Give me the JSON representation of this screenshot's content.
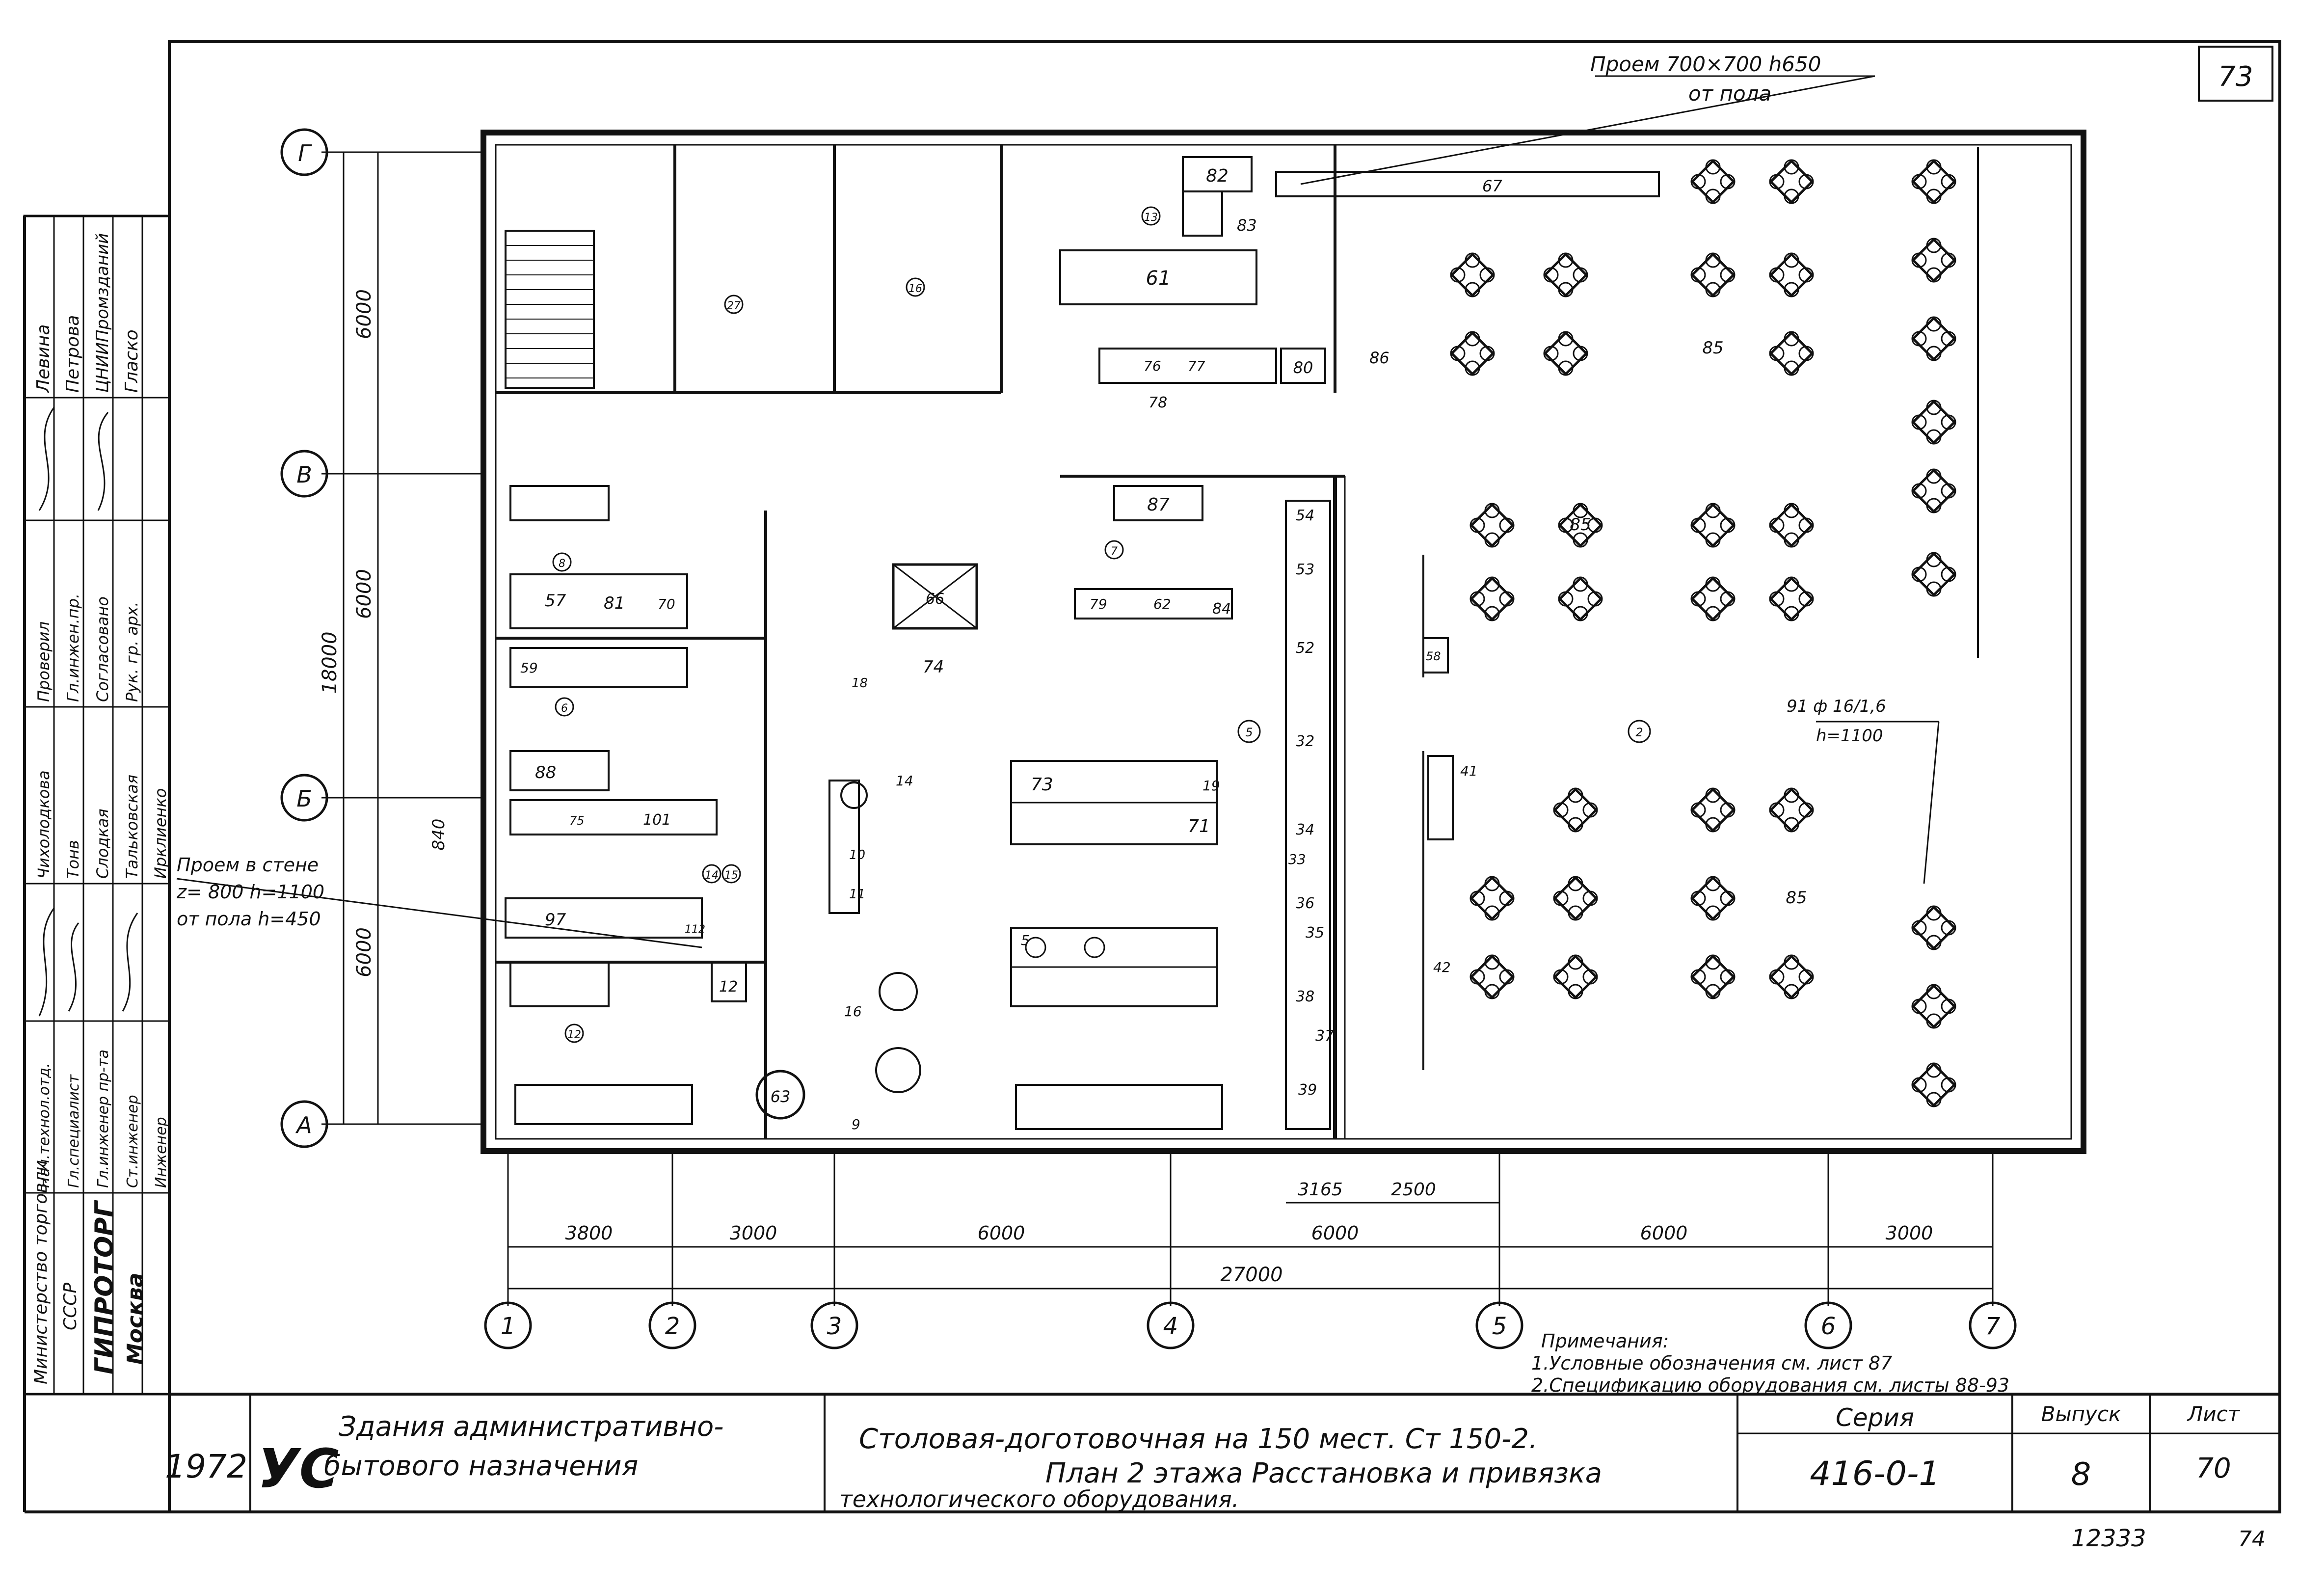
{
  "sheet_corner_number": "73",
  "page_number_bottom": "74",
  "archive_number": "12333",
  "opening_note": {
    "line1": "Проем 700×700 h650",
    "line2": "от пола"
  },
  "wall_opening_note": {
    "line1": "Проем в стене",
    "line2": "z= 800 h=1100",
    "line3": "от пола h=450"
  },
  "grid_axes": {
    "columns": [
      "1",
      "2",
      "3",
      "4",
      "5",
      "6",
      "7"
    ],
    "rows": [
      "Г",
      "В",
      "Б",
      "А"
    ]
  },
  "dimensions": {
    "bays": [
      "3800",
      "3000",
      "6000",
      "6000",
      "6000",
      "3000"
    ],
    "total_width": "27000",
    "side_overall": "18000",
    "side_spans": [
      "6000",
      "6000",
      "6000"
    ],
    "sub_bays": [
      "3165",
      "2500"
    ],
    "hall_cutout": "840"
  },
  "equipment_labels": [
    "82",
    "83",
    "61",
    "80",
    "86",
    "76",
    "77",
    "78",
    "87",
    "84",
    "79",
    "62",
    "66",
    "74",
    "73",
    "71",
    "19",
    "5",
    "81",
    "70",
    "57",
    "59",
    "88",
    "101",
    "75",
    "97",
    "112",
    "12",
    "63",
    "54",
    "53",
    "52",
    "32",
    "34",
    "33",
    "36",
    "35",
    "38",
    "37",
    "39",
    "41",
    "42",
    "58",
    "85",
    "67",
    "14",
    "9",
    "16",
    "10",
    "11",
    "18"
  ],
  "room_numbers": [
    "13",
    "15",
    "27",
    "16",
    "7",
    "8",
    "6",
    "5",
    "14",
    "12",
    "2"
  ],
  "vent_note": {
    "line1": "91 ф 16/1,6",
    "line2": "h=1100"
  },
  "notes": {
    "title": "Примечания:",
    "items": [
      "1.Условные обозначения  см. лист 87",
      "2.Спецификацию  оборудования  см. листы 88-93"
    ]
  },
  "left_stamp": {
    "org": [
      "Министерство торговли",
      "СССР",
      "ГИПРОТОРГ",
      "Москва"
    ],
    "roles": [
      "Нач.технол.отд.",
      "Гл.специалист",
      "Гл.инженер пр-та",
      "Ст.инженер",
      "Инженер"
    ],
    "names": [
      "Чихолодкова",
      "Тонв",
      "Слодкая",
      "Тальковская",
      "Ирклиенко"
    ],
    "roles2": [
      "Проверил",
      "Гл.инжен.пр.",
      "Согласовано",
      "Рук. гр. арх."
    ],
    "names2": [
      "Левина",
      "Петрова",
      "ЦНИИПромзданий",
      "Гласко"
    ]
  },
  "title_block": {
    "year": "1972",
    "logo": "УС",
    "series_name_line1": "Здания административно-",
    "series_name_line2": "бытового назначения",
    "project_line1": "Столовая-доготовочная на 150 мест. Ст 150-2.",
    "project_line2": "План 2 этажа Расстановка и привязка",
    "project_line3": "технологического оборудования.",
    "series_label": "Серия",
    "series_value": "416-0-1",
    "issue_label": "Выпуск",
    "issue_value": "8",
    "sheet_label": "Лист",
    "sheet_value": "70"
  }
}
